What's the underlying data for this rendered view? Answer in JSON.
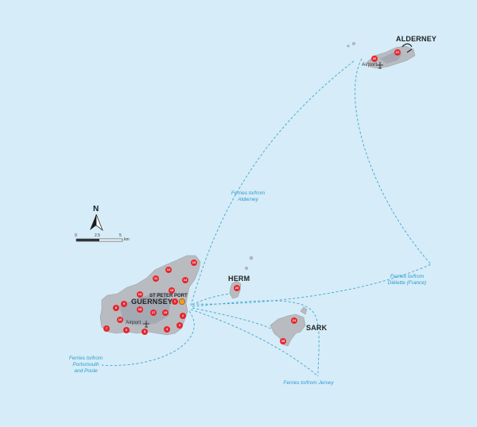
{
  "colors": {
    "sea": "#d6ecf8",
    "land": "#b8bcc0",
    "route": "#3aa6d2",
    "pin": "#e8252d",
    "port": "#f39a1e"
  },
  "islands": {
    "alderney": "ALDERNEY",
    "herm": "HERM",
    "guernsey": "GUERNSEY",
    "sark": "SARK",
    "port": "ST PETER PORT"
  },
  "airports": {
    "guernsey": "Airport",
    "alderney": "Airport"
  },
  "ferries": {
    "alderney": [
      "Ferries to/from",
      "Alderney"
    ],
    "dielette": [
      "Ferries to/from",
      "Diélette (France)"
    ],
    "portsmouth": [
      "Ferries to/from",
      "Portsmouth",
      "and Poole"
    ],
    "jersey": "Ferries to/from Jersey"
  },
  "compass": {
    "north": "N"
  },
  "scale": {
    "t0": "0",
    "t1": "2.5",
    "t2": "5",
    "unit": "km"
  },
  "markers": {
    "g1": "13",
    "g2": "12",
    "g3": "11",
    "g4": "14",
    "g5": "16",
    "g6": "15",
    "g7": "1",
    "g8": "8",
    "g9": "9",
    "g10": "18",
    "g11": "17",
    "g12": "10",
    "g13": "19",
    "g14": "2",
    "g15": "7",
    "g16": "6",
    "g17": "5",
    "g18": "4",
    "g19": "3",
    "herm": "20",
    "sark1": "24",
    "sark2": "25",
    "ald1": "22",
    "ald2": "21"
  }
}
